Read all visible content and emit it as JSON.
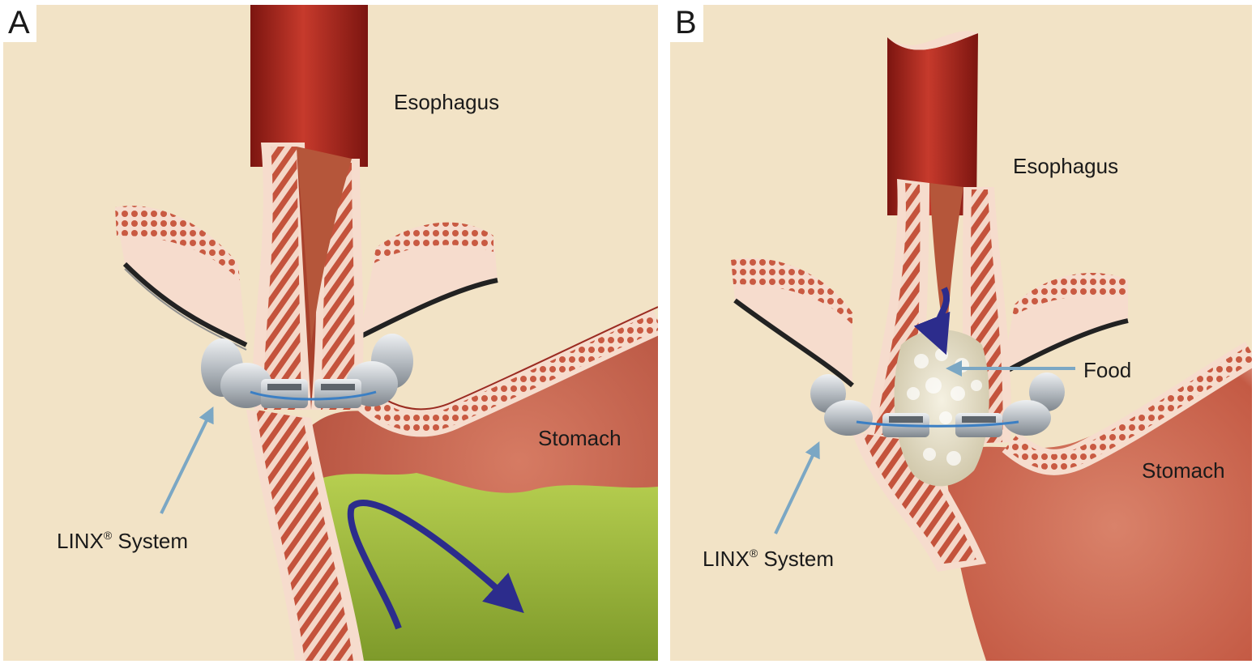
{
  "panels": [
    {
      "letter": "A",
      "labels": {
        "esophagus": "Esophagus",
        "stomach": "Stomach",
        "linx": "LINX",
        "linx_mark": "®",
        "linx_suffix": " System"
      }
    },
    {
      "letter": "B",
      "labels": {
        "esophagus": "Esophagus",
        "stomach": "Stomach",
        "food": "Food",
        "linx": "LINX",
        "linx_mark": "®",
        "linx_suffix": " System"
      }
    }
  ],
  "colors": {
    "background": "#f2e3c6",
    "esophagus": "#a8231e",
    "muscle": "#c45a44",
    "tissue": "#d98870",
    "stomach_lining": "#c9604c",
    "acid": "#98b83a",
    "linx_device": "#b9bec4",
    "arrow_flow": "#2c2c8c",
    "pointer_arrow": "#7ba7c4",
    "food": "#ece6d2"
  }
}
